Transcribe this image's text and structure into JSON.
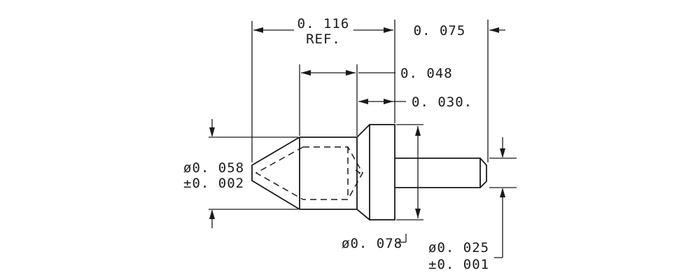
{
  "diagram": {
    "dimensions": {
      "overall_length": "0. 116",
      "overall_length_note": "REF.",
      "tail_length": "0. 075",
      "body_length": "0. 048",
      "flange_length": "0. 030.",
      "tip_diameter": "ø0. 058",
      "tip_diameter_tol": "±0. 002",
      "flange_diameter": "ø0. 078",
      "tail_diameter": "ø0. 025",
      "tail_diameter_tol": "±0. 001"
    }
  }
}
